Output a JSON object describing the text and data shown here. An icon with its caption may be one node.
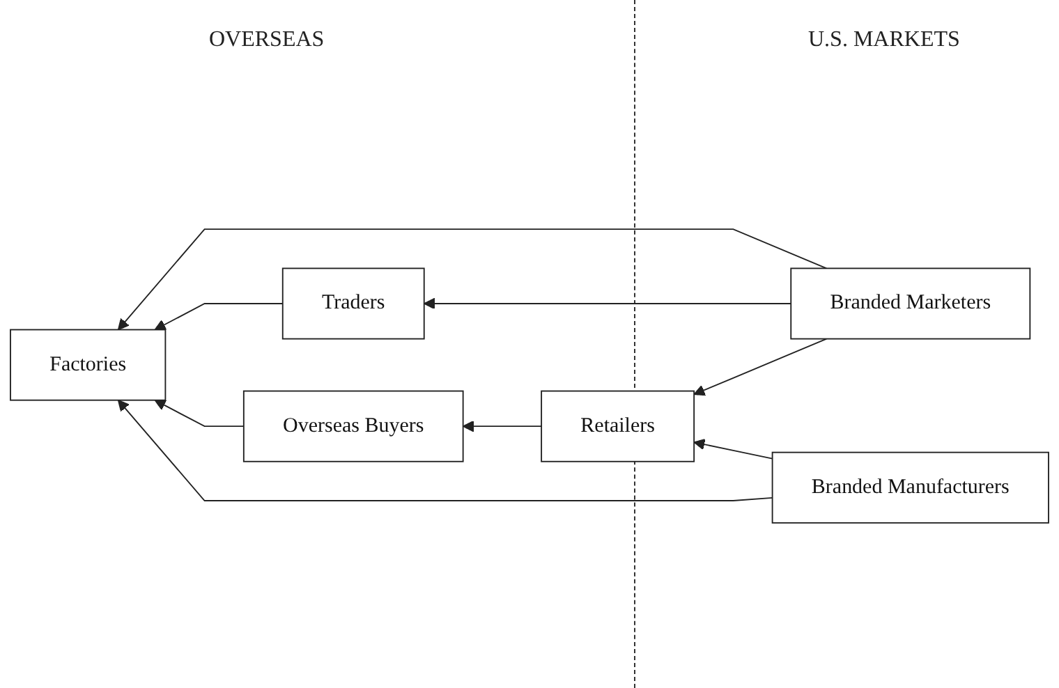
{
  "diagram": {
    "nodes": [
      {
        "text": [
          "Branded Marketers"
        ]
      },
      {
        "text": [
          "Traders"
        ]
      },
      {
        "text": [
          "Factories"
        ]
      },
      {
        "text": [
          "Retailers"
        ]
      },
      {
        "text": [
          "Overseas Buyers"
        ]
      },
      {
        "text": [
          "Branded Manufacturers"
        ]
      }
    ],
    "edges": [
      {
        "from": 0,
        "to": 2,
        "arrow": "to"
      },
      {
        "from": 0,
        "to": 1,
        "arrow": "to"
      },
      {
        "from": 0,
        "to": 3,
        "arrow": "to"
      },
      {
        "from": 1,
        "to": 2,
        "arrow": "to"
      },
      {
        "from": 3,
        "to": 4,
        "arrow": "to"
      },
      {
        "from": 4,
        "to": 2,
        "arrow": "to"
      },
      {
        "from": 5,
        "to": 2,
        "arrow": "to"
      },
      {
        "from": 5,
        "to": 3,
        "arrow": "to"
      }
    ],
    "labels": [
      "OVERSEAS",
      "U.S. MARKETS"
    ]
  }
}
